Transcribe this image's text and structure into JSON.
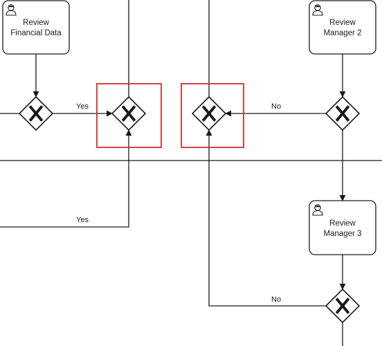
{
  "diagram": {
    "tasks": {
      "review_financial_data": {
        "line1": "Review",
        "line2": "Financial Data"
      },
      "review_manager_2": {
        "line1": "Review",
        "line2": "Manager 2"
      },
      "review_manager_3": {
        "line1": "Review",
        "line2": "Manager 3"
      }
    },
    "edge_labels": {
      "yes_top": "Yes",
      "no_top": "No",
      "yes_bottom": "Yes",
      "no_bottom": "No"
    },
    "gateway_marker": "X",
    "highlight_color": "#d32f2f",
    "stroke_color": "#1a1a1a"
  }
}
